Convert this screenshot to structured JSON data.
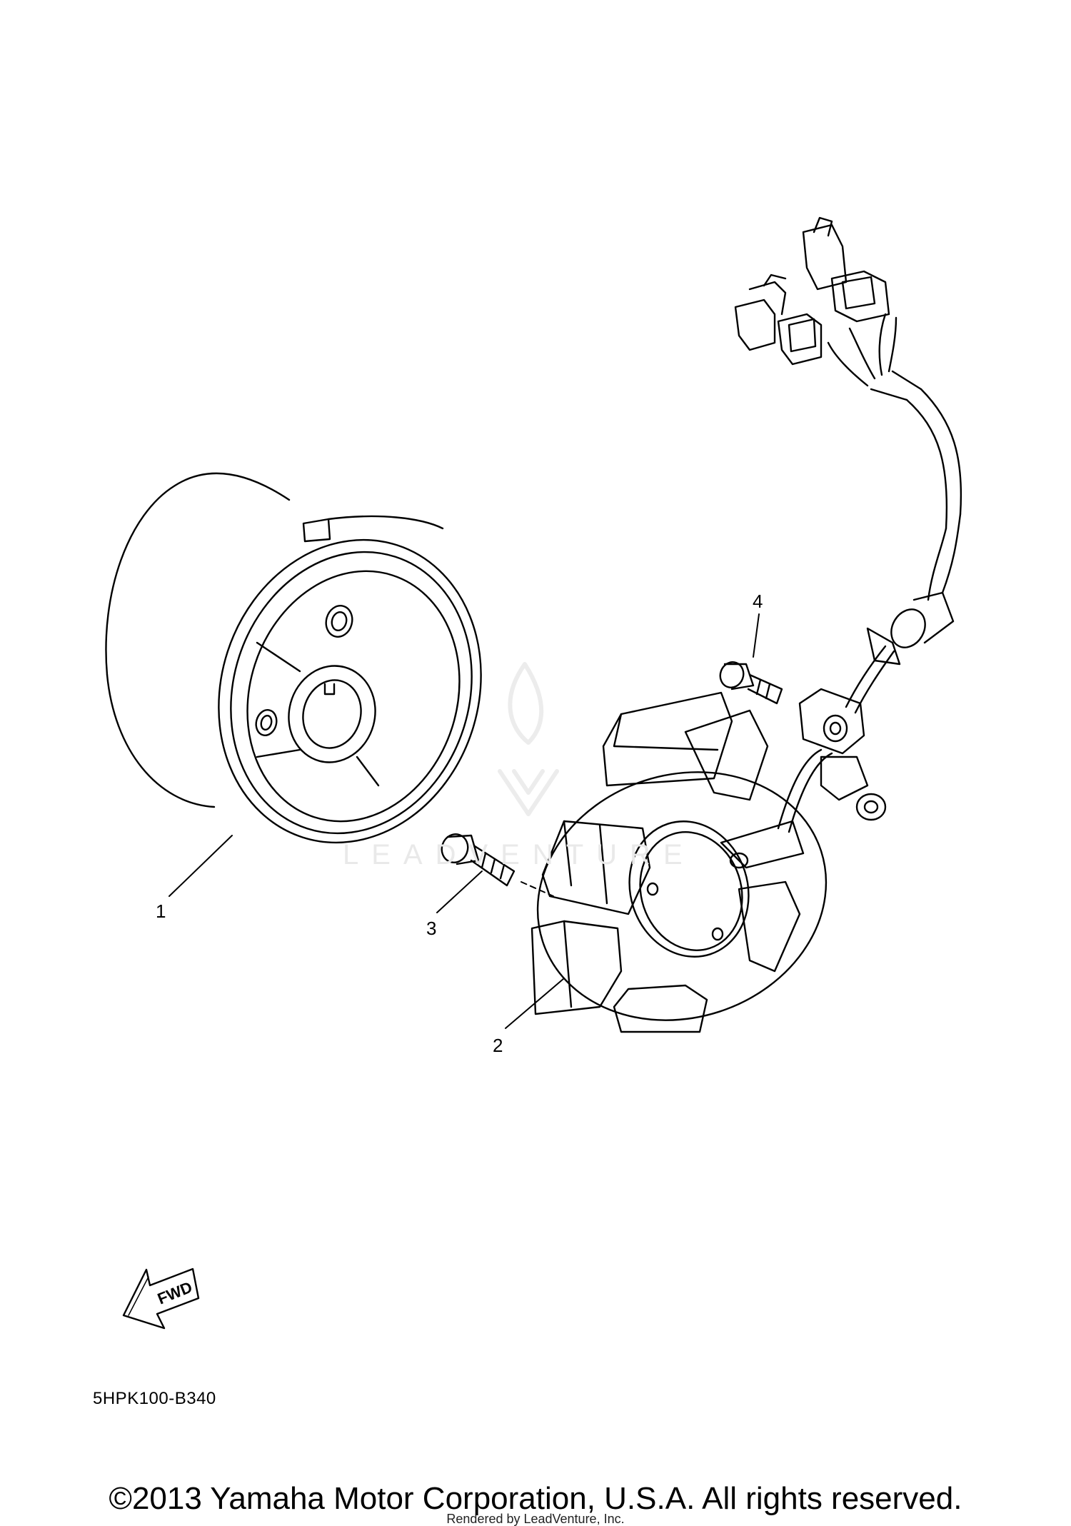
{
  "diagram": {
    "callouts": [
      "1",
      "2",
      "3",
      "4"
    ],
    "forward_arrow_label": "FWD",
    "diagram_code": "5HPK100-B340",
    "watermark_text": "LEADVENTURE"
  },
  "footer": {
    "copyright": "©2013 Yamaha Motor Corporation, U.S.A. All rights reserved.",
    "rendered_by": "Rendered by LeadVenture, Inc."
  }
}
